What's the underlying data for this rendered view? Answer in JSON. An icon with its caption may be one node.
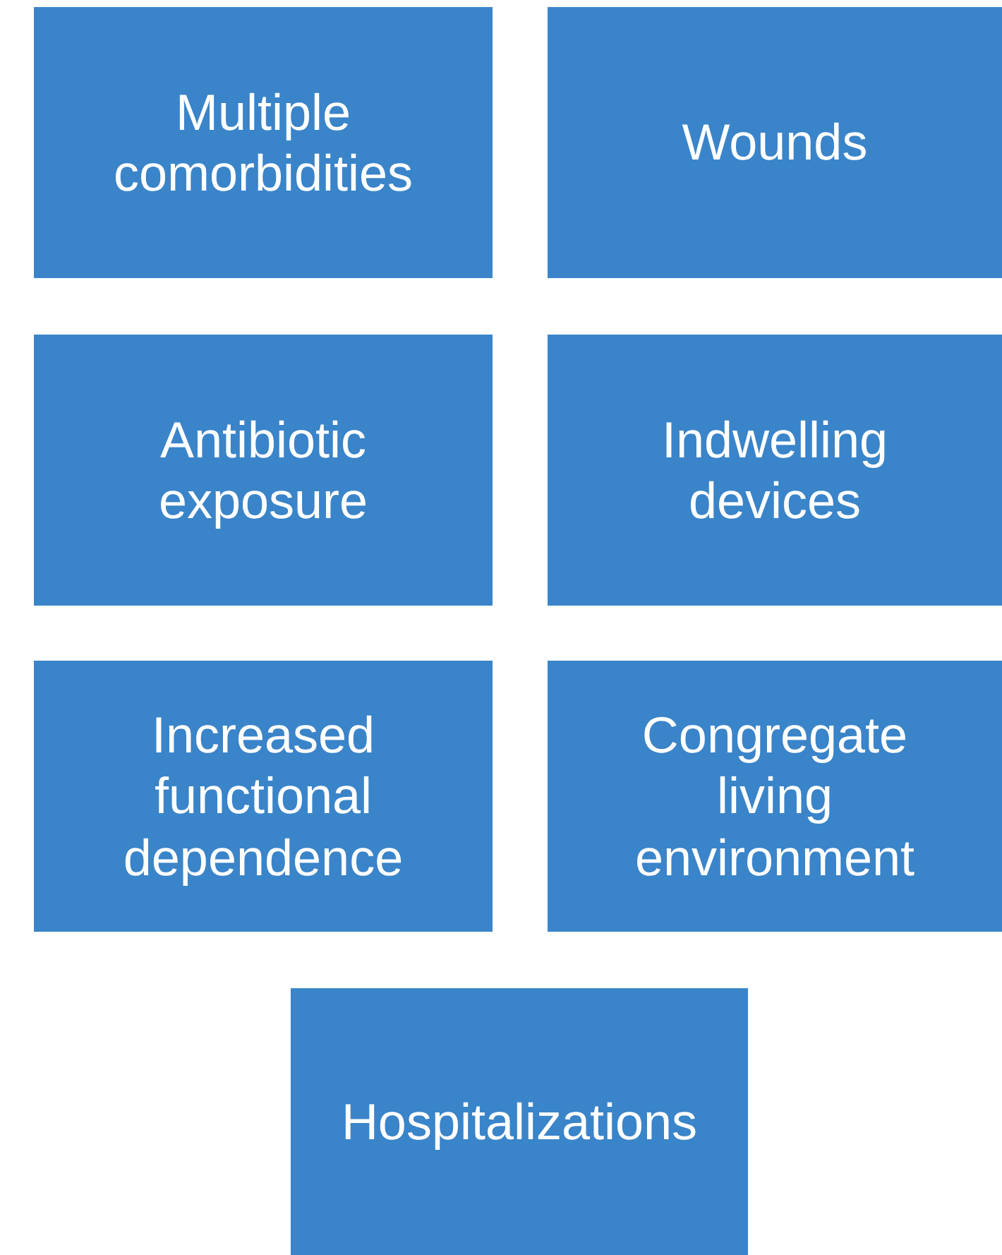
{
  "diagram": {
    "nodes": [
      {
        "text": [
          "Multiple comorbidities"
        ]
      },
      {
        "text": [
          "Wounds"
        ]
      },
      {
        "text": [
          "Antibiotic exposure"
        ]
      },
      {
        "text": [
          "Indwelling devices"
        ]
      },
      {
        "text": [
          "Increased functional dependence"
        ]
      },
      {
        "text": [
          "Congregate living environment"
        ]
      },
      {
        "text": [
          "Hospitalizations"
        ]
      }
    ]
  }
}
